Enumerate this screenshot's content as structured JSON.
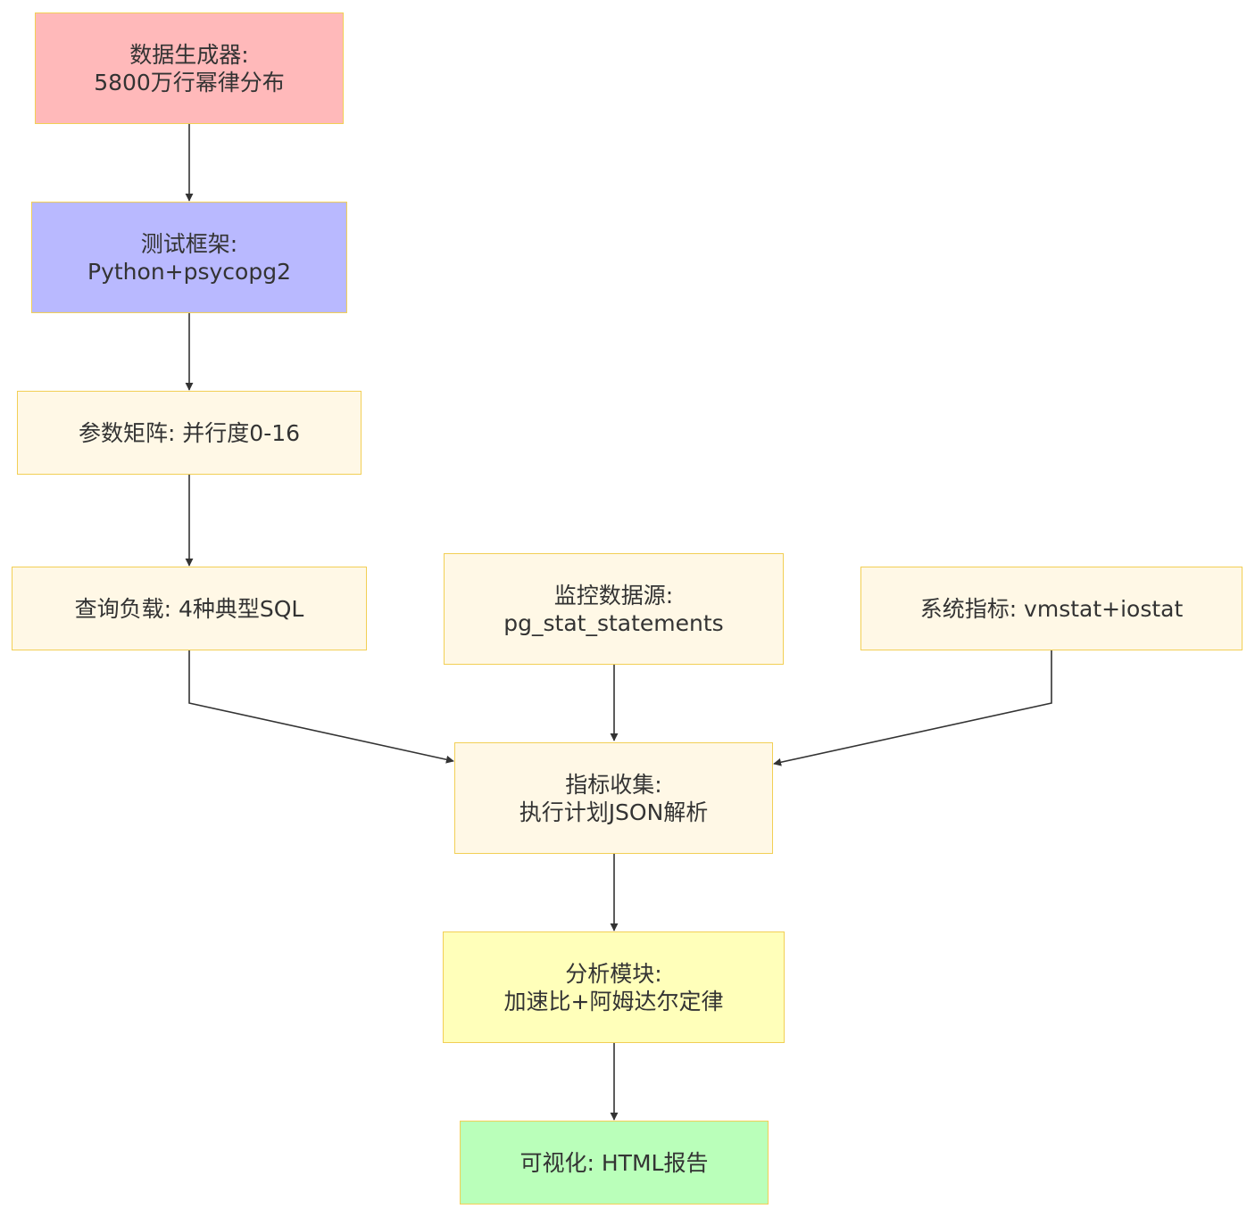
{
  "colors": {
    "default_fill": "#fff8e6",
    "node_border": "#f2cf55",
    "text": "#333333",
    "edge": "#333333"
  },
  "nodes": {
    "generator": {
      "lines": [
        "数据生成器:",
        "5800万行幂律分布"
      ],
      "fill": "#ffb9ba"
    },
    "framework": {
      "lines": [
        "测试框架:",
        "Python+psycopg2"
      ],
      "fill": "#b9b9ff"
    },
    "params": {
      "lines": [
        "参数矩阵: 并行度0-16"
      ],
      "fill": "#fff8e6"
    },
    "workload": {
      "lines": [
        "查询负载: 4种典型SQL"
      ],
      "fill": "#fff8e6"
    },
    "monitor": {
      "lines": [
        "监控数据源:",
        "pg_stat_statements"
      ],
      "fill": "#fff8e6"
    },
    "sysmetrics": {
      "lines": [
        "系统指标: vmstat+iostat"
      ],
      "fill": "#fff8e6"
    },
    "collect": {
      "lines": [
        "指标收集:",
        "执行计划JSON解析"
      ],
      "fill": "#fff8e6"
    },
    "analysis": {
      "lines": [
        "分析模块:",
        "加速比+阿姆达尔定律"
      ],
      "fill": "#ffffba"
    },
    "visual": {
      "lines": [
        "可视化: HTML报告"
      ],
      "fill": "#baffba"
    }
  },
  "edges": [
    {
      "from": "generator",
      "to": "framework"
    },
    {
      "from": "framework",
      "to": "params"
    },
    {
      "from": "params",
      "to": "workload"
    },
    {
      "from": "workload",
      "to": "collect"
    },
    {
      "from": "monitor",
      "to": "collect"
    },
    {
      "from": "sysmetrics",
      "to": "collect"
    },
    {
      "from": "collect",
      "to": "analysis"
    },
    {
      "from": "analysis",
      "to": "visual"
    }
  ]
}
